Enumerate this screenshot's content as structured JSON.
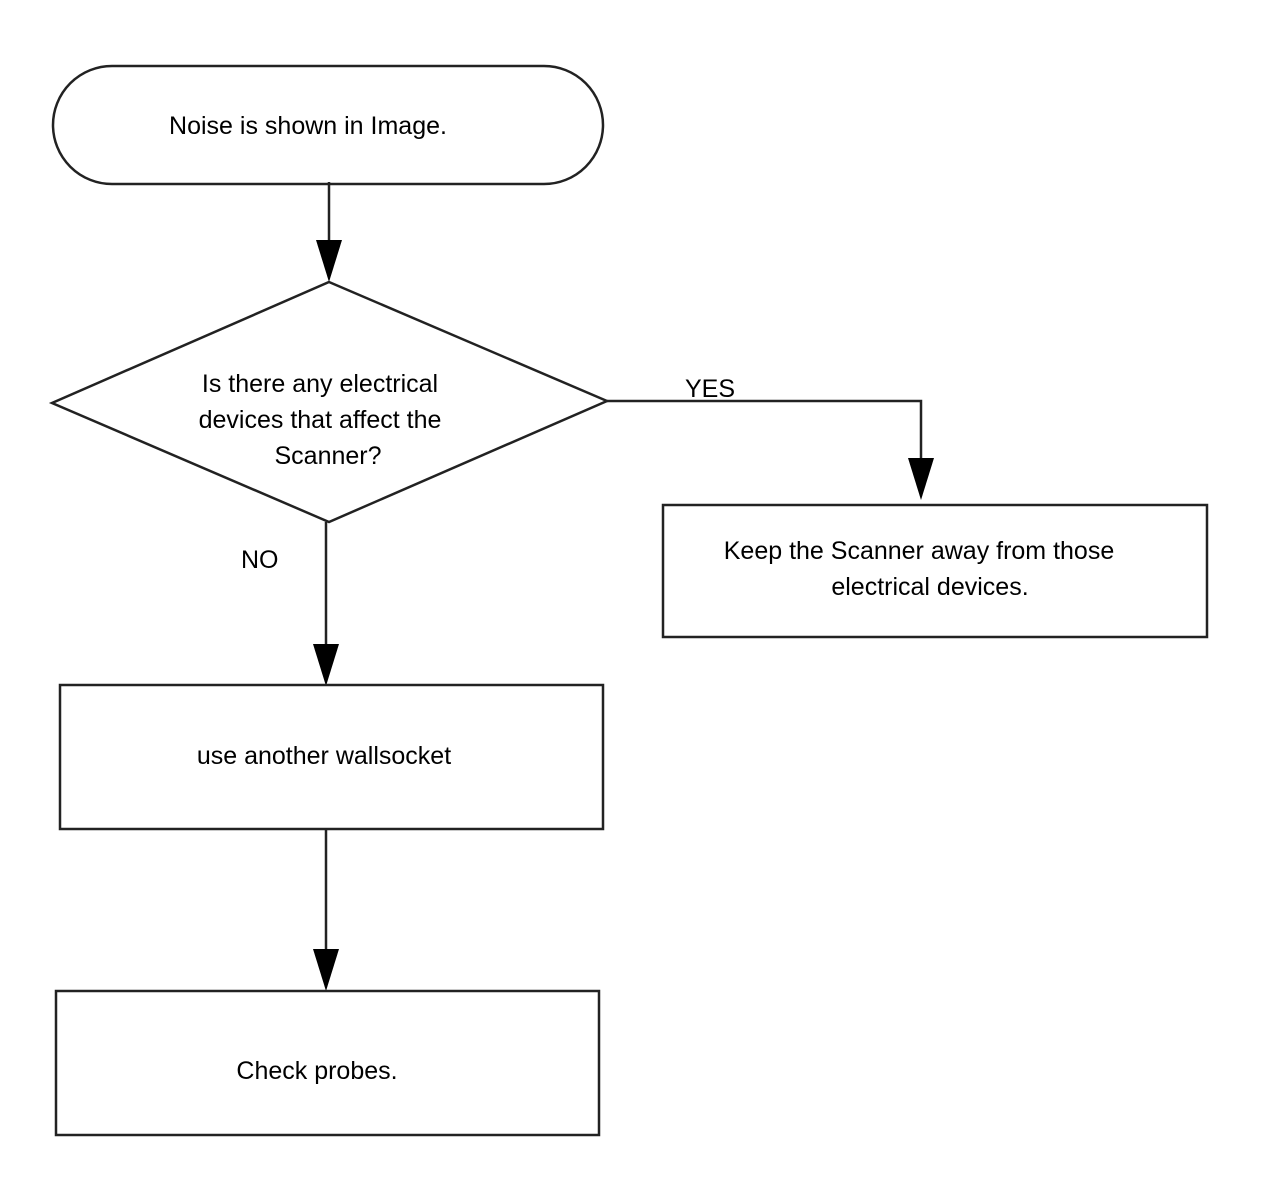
{
  "flowchart": {
    "start": {
      "text": "Noise is shown in Image."
    },
    "decision": {
      "lines": [
        "Is there any electrical",
        "devices that affect the",
        "Scanner?"
      ]
    },
    "yes_action": {
      "lines": [
        "Keep the Scanner away from those",
        "electrical devices."
      ]
    },
    "no_action": {
      "text": "use another wallsocket"
    },
    "final_action": {
      "text": "Check probes."
    },
    "edge_labels": {
      "yes": "YES",
      "no": "NO"
    }
  }
}
